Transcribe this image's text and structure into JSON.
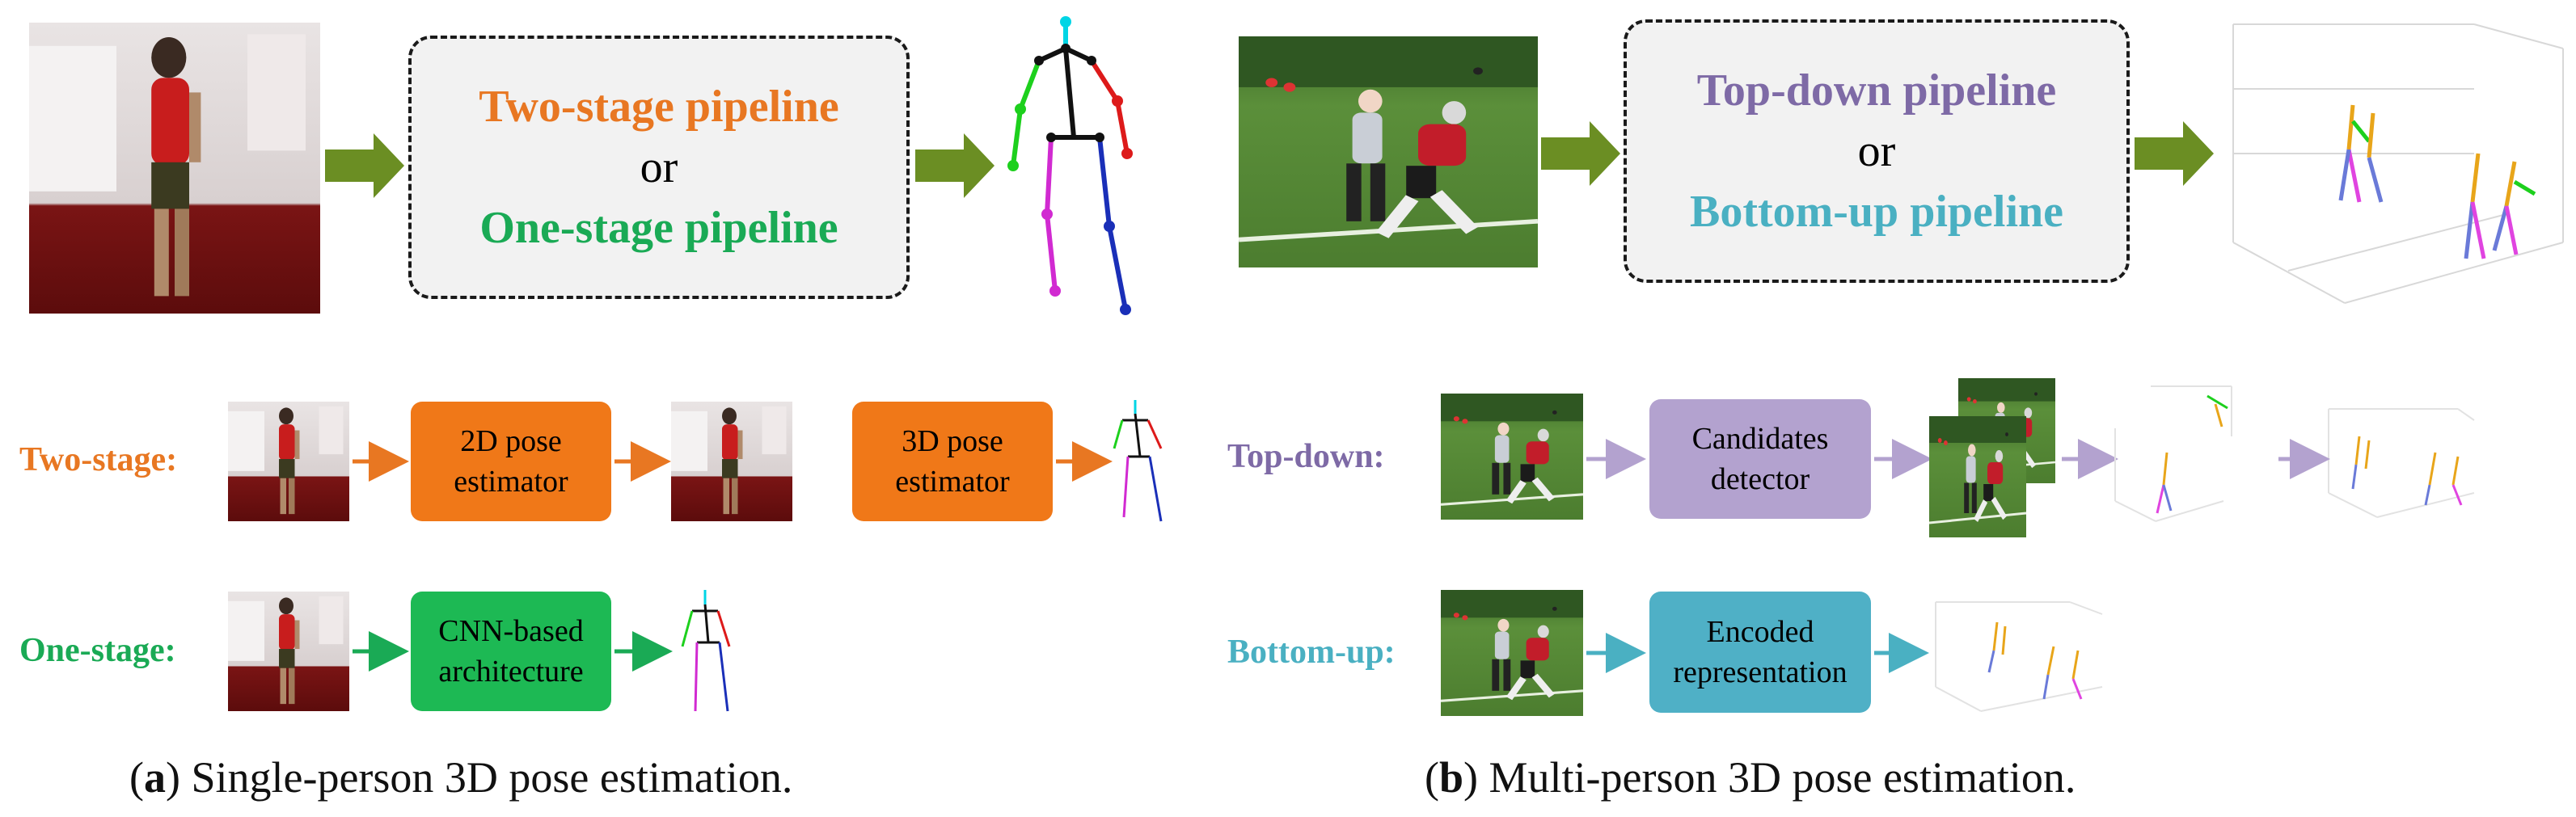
{
  "panel_a": {
    "pipeline_box": {
      "line1": "Two-stage pipeline",
      "line2": "or",
      "line3": "One-stage pipeline"
    },
    "two_stage": {
      "label": "Two-stage:",
      "step1": "2D pose estimator",
      "step2": "3D pose estimator"
    },
    "one_stage": {
      "label": "One-stage:",
      "step1": "CNN-based architecture"
    },
    "caption_letter": "a",
    "caption_text": " Single-person 3D pose estimation."
  },
  "panel_b": {
    "pipeline_box": {
      "line1": "Top-down pipeline",
      "line2": "or",
      "line3": "Bottom-up pipeline"
    },
    "top_down": {
      "label": "Top-down:",
      "step1": "Candidates detector"
    },
    "bottom_up": {
      "label": "Bottom-up:",
      "step1": "Encoded representation"
    },
    "caption_letter": "b",
    "caption_text": " Multi-person 3D pose estimation."
  },
  "colors": {
    "two_stage": "#e87722",
    "one_stage": "#1aaa55",
    "top_down": "#7e6aa6",
    "bottom_up": "#4ab0c2",
    "big_arrow": "#6b8e23",
    "two_stage_box": "#f07818",
    "one_stage_box": "#1db954",
    "top_down_box": "#b3a2cf",
    "bottom_up_box": "#4fb0c6"
  }
}
